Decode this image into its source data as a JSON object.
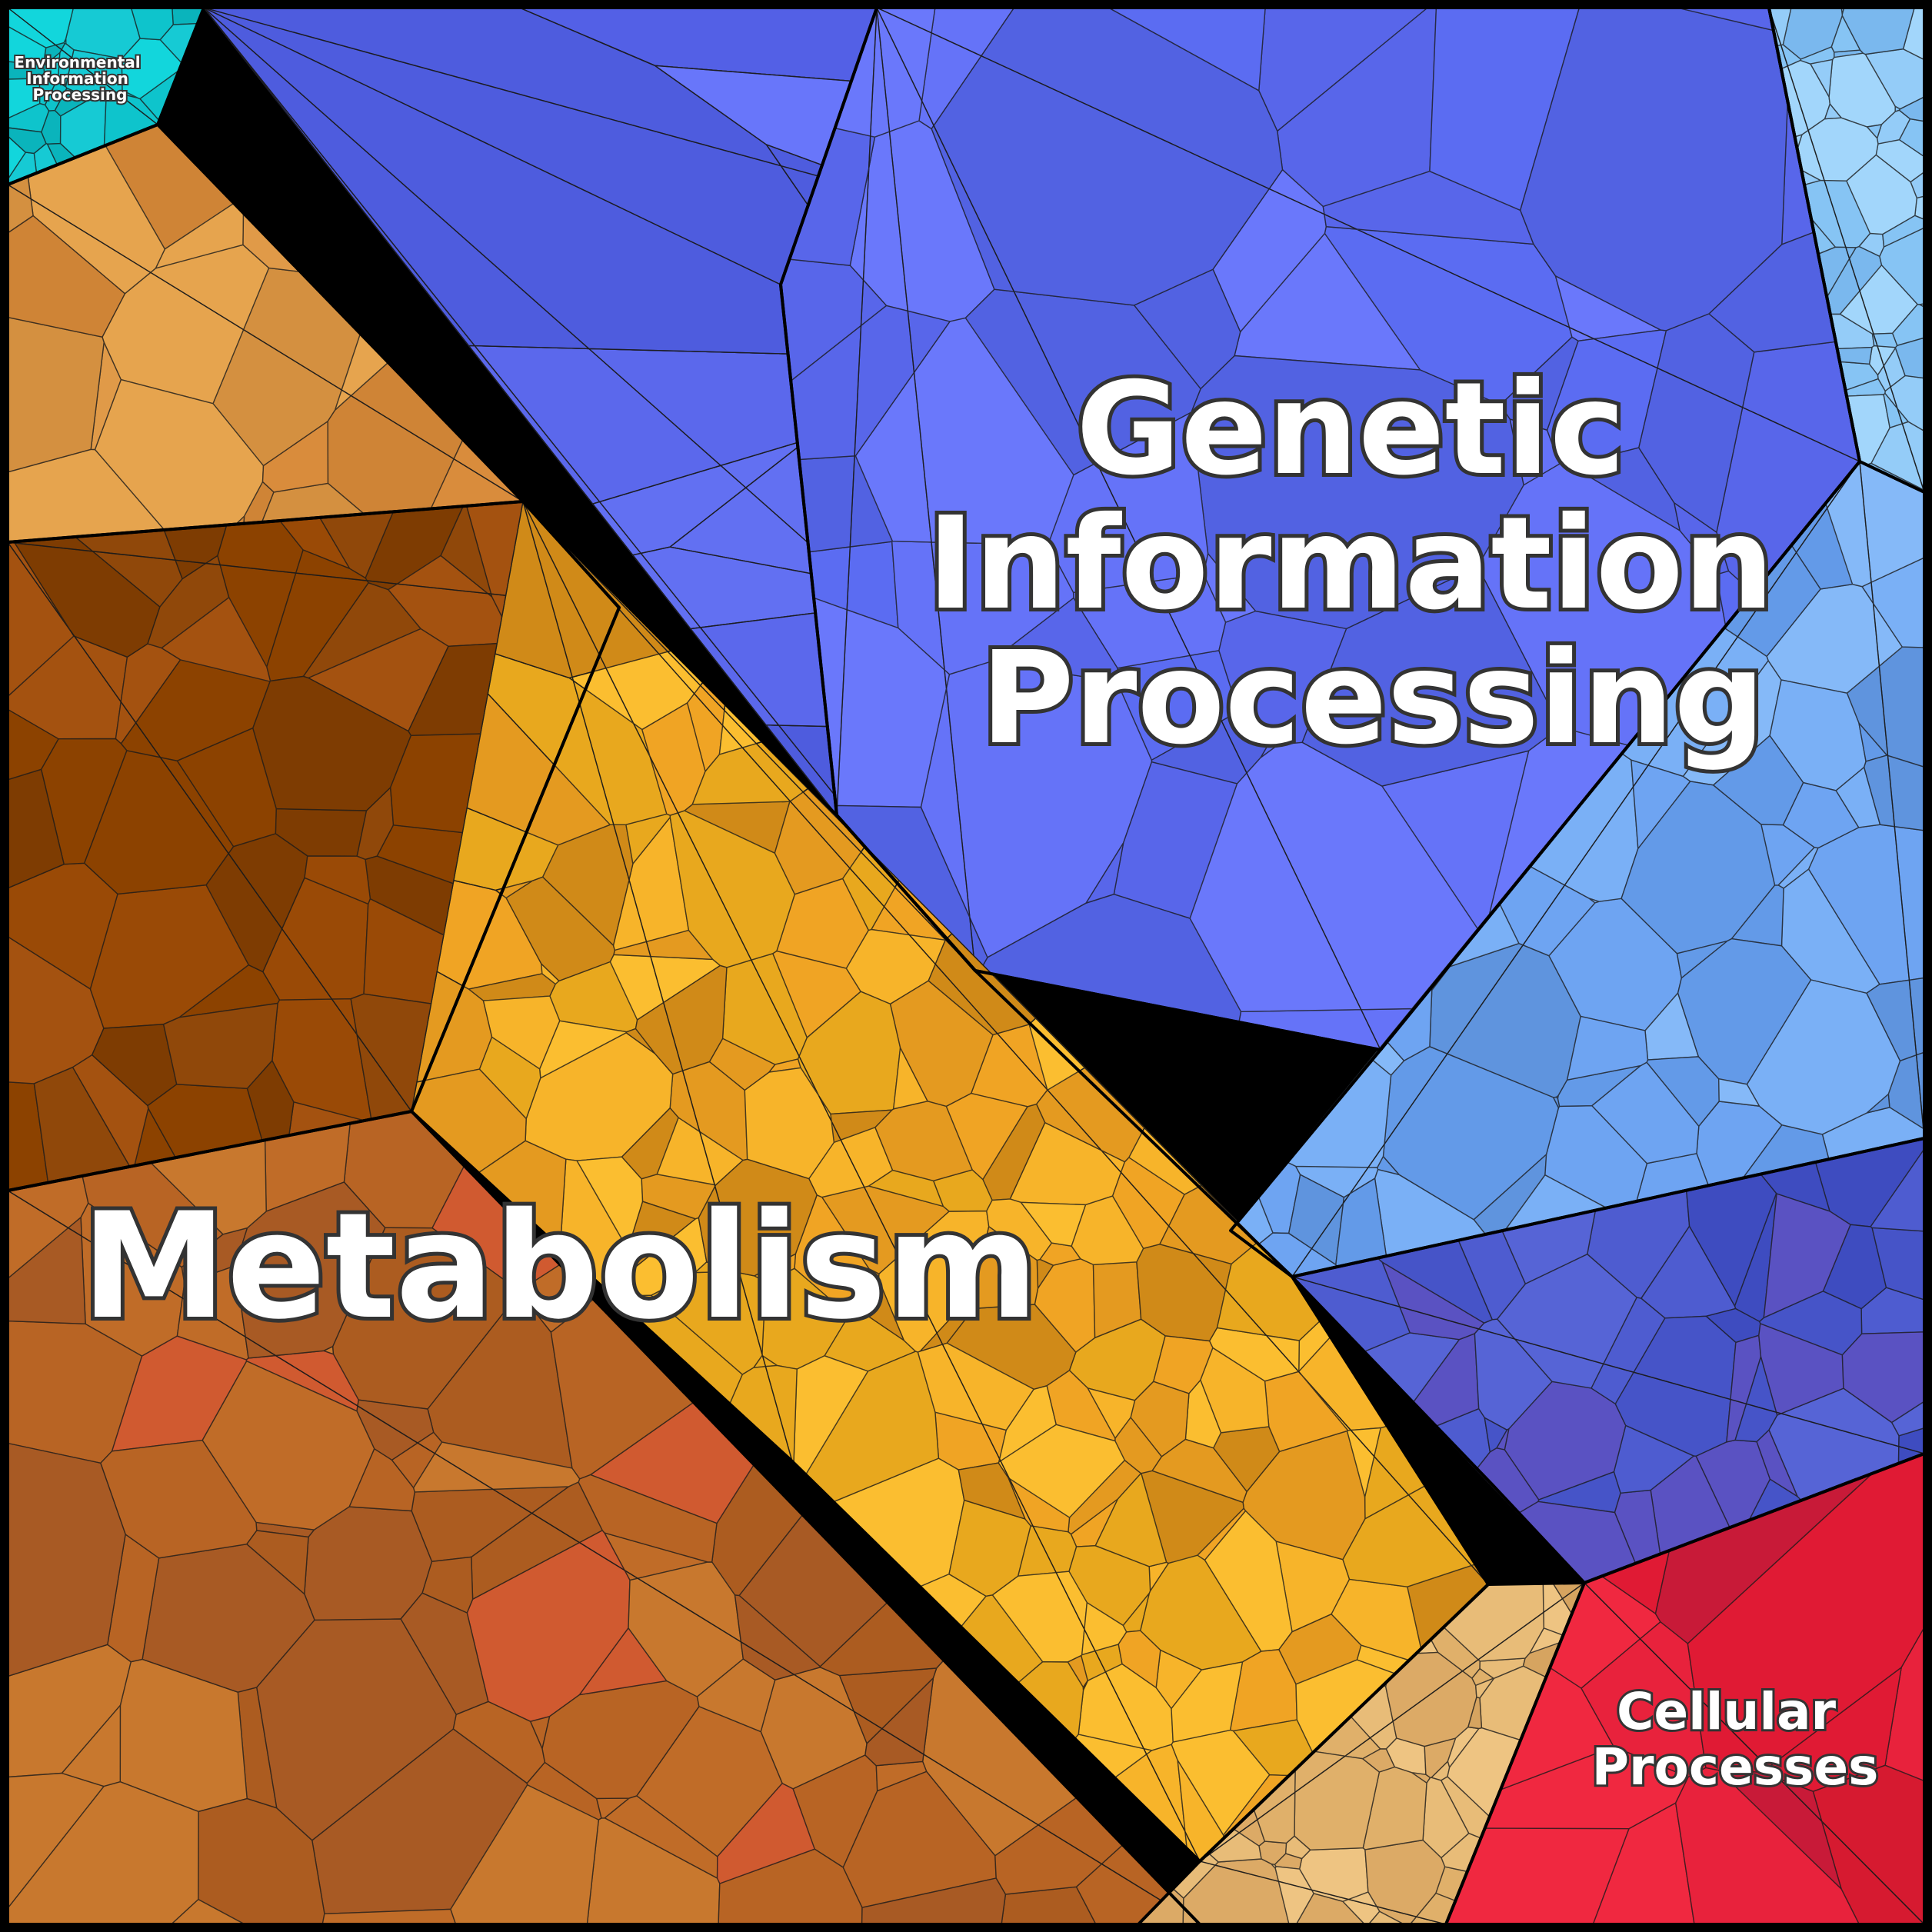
{
  "categories": [
    {
      "id": "environmental",
      "label_lines": [
        "Environmental",
        "Information",
        "Processing"
      ],
      "base_color": "#10d0d8"
    },
    {
      "id": "genetic",
      "label_lines": [
        "Genetic",
        "Information",
        "Processing"
      ],
      "base_color": "#5d6cee"
    },
    {
      "id": "metabolism",
      "label_lines": [
        "Metabolism"
      ],
      "base_color": "#d98c2e"
    },
    {
      "id": "cellular",
      "label_lines": [
        "Cellular",
        "Processes"
      ],
      "base_color": "#e0203a"
    }
  ],
  "colors": {
    "frame": "#000000",
    "cell_border": "#1a1a1a",
    "label_fill": "#ffffff",
    "label_outline": "#333333"
  }
}
